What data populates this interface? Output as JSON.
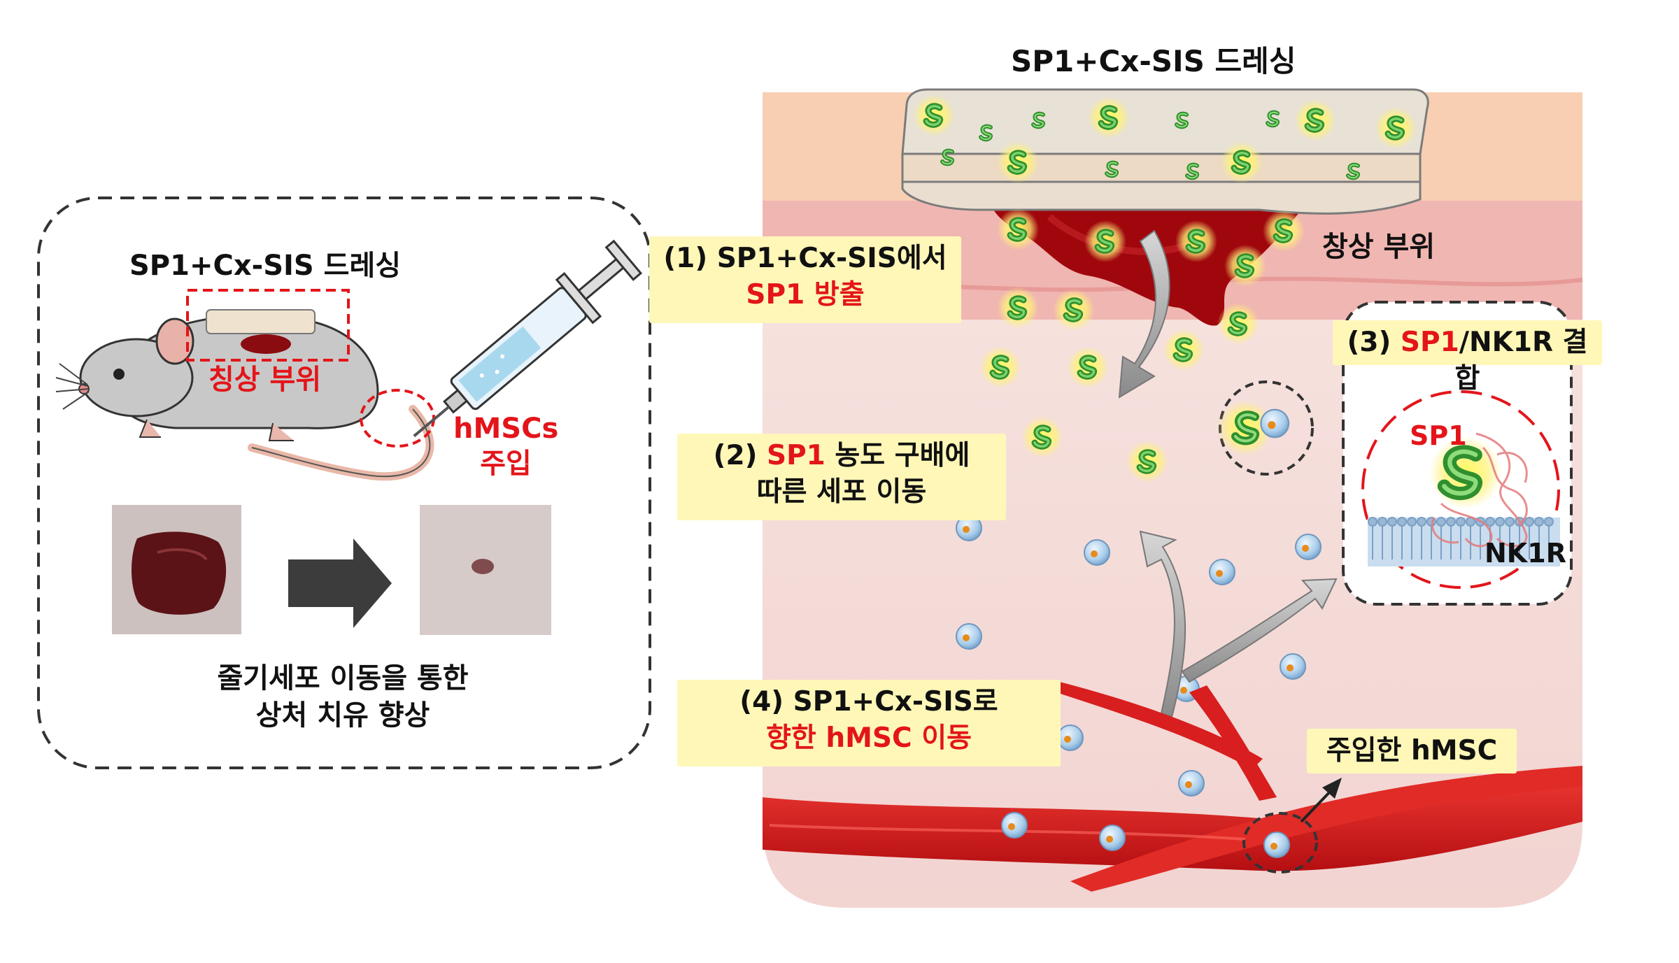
{
  "colors": {
    "accent_red": "#e3151a",
    "callout_fill": "#fff7b8",
    "dash_border": "#333333",
    "vessel_red": "#d81e1e",
    "skin_top": "#f7cfb3",
    "tissue_pink": "#f2d6d3",
    "peptide_green": "#3aa83a",
    "cell_blue": "#a7cbe8"
  },
  "left_panel": {
    "dressing_title": "SP1+Cx-SIS 드레싱",
    "wound_label": "칭상 부위",
    "injection_label_line1": "hMSCs",
    "injection_label_line2": "주입",
    "result_line1": "줄기세포 이동을 통한",
    "result_line2": "상처 치유 향상",
    "icons": [
      "mouse-icon",
      "syringe-icon",
      "arrow-right-icon"
    ]
  },
  "right_panel": {
    "title": "SP1+Cx-SIS 드레싱",
    "wound_label": "창상 부위",
    "injected_label": "주입한 hMSC",
    "step1": {
      "line1": "(1) SP1+Cx-SIS에서",
      "line2": "SP1 방출"
    },
    "step2": {
      "line1_prefix": "(2) ",
      "line1_highlight": "SP1",
      "line1_suffix": " 농도 구배에",
      "line2": "따른 세포 이동"
    },
    "step3": {
      "prefix": "(3) ",
      "highlight": "SP1",
      "suffix": "/NK1R 결합",
      "peptide_label": "SP1",
      "receptor_label": "NK1R"
    },
    "step4": {
      "line1": "(4) SP1+Cx-SIS로",
      "line2": "향한 hMSC 이동"
    },
    "icons": [
      "peptide-icon",
      "stem-cell-icon",
      "blood-vessel-icon",
      "receptor-icon"
    ]
  }
}
